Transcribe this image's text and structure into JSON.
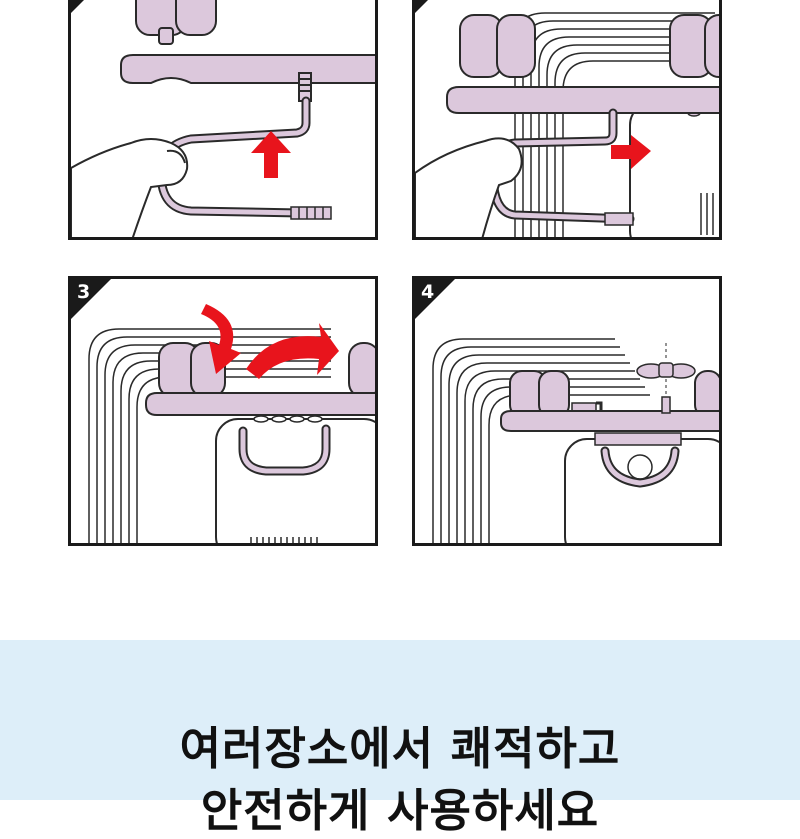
{
  "steps": [
    {
      "number": ""
    },
    {
      "number": ""
    },
    {
      "number": "3"
    },
    {
      "number": "4"
    }
  ],
  "caption": {
    "line1": "여러장소에서 쾌적하고",
    "line2": "안전하게 사용하세요"
  },
  "colors": {
    "shelf": "#dcc8dc",
    "outline": "#2a2a2a",
    "arrow": "#e8141c",
    "caption_band": "#ddeef9"
  }
}
